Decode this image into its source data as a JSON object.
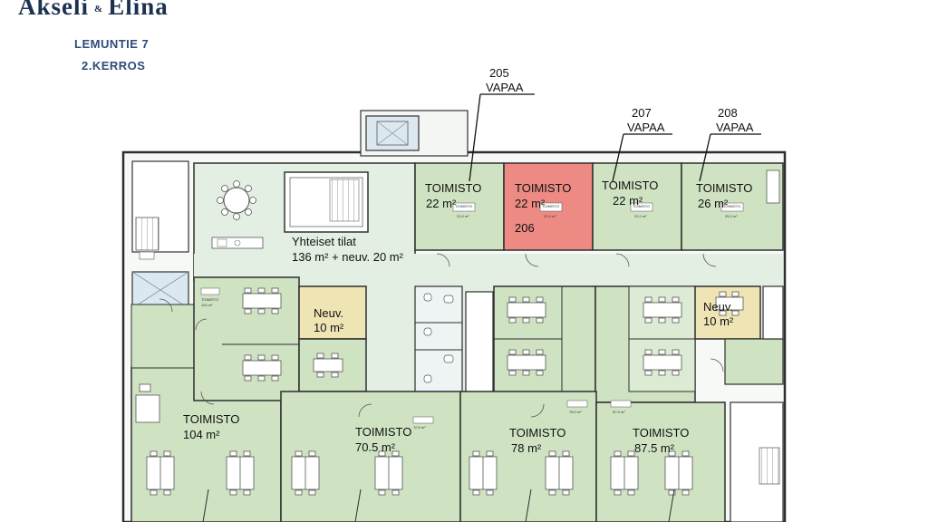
{
  "header": {
    "brand_first": "Akseli",
    "brand_amp": "&",
    "brand_second": "Elina",
    "address": "LEMUNTIE 7",
    "floor": "2.KERROS"
  },
  "colors": {
    "office_green": "#cfe3c2",
    "office_light": "#dcebd3",
    "common_area": "#e3efe2",
    "reserved_red": "#ec8a83",
    "meeting_yellow": "#eee4b4",
    "wall": "#2e2e2e",
    "brand": "#1c3050"
  },
  "callouts": {
    "c205_num": "205",
    "c205_status": "VAPAA",
    "c207_num": "207",
    "c207_status": "VAPAA",
    "c208_num": "208",
    "c208_status": "VAPAA"
  },
  "rooms": {
    "r205_name": "TOIMISTO",
    "r205_area": "22 m²",
    "r206_name": "TOIMISTO",
    "r206_area": "22 m²",
    "r206_num": "206",
    "r207_name": "TOIMISTO",
    "r207_area": "22 m²",
    "r208_name": "TOIMISTO",
    "r208_area": "26 m²",
    "common_name": "Yhteiset tilat",
    "common_area": "136 m² + neuv. 20 m²",
    "meet_left_name": "Neuv.",
    "meet_left_area": "10 m²",
    "meet_right_name": "Neuv.",
    "meet_right_area": "10 m²",
    "o104_name": "TOIMISTO",
    "o104_area": "104 m²",
    "o705_name": "TOIMISTO",
    "o705_area": "70.5 m²",
    "o78_name": "TOIMISTO",
    "o78_area": "78 m²",
    "o875_name": "TOIMISTO",
    "o875_area": "87.5 m²"
  },
  "tags": {
    "t205_label": "TOIMISTO",
    "t205_area": "22.0 m²",
    "t206_label": "TOIMISTO",
    "t206_area": "22.0 m²",
    "t207_label": "TOIMISTO",
    "t207_area": "22.0 m²",
    "t208_label": "TOIMISTO",
    "t208_area": "25.0 m²",
    "t104_label": "TOIMISTO",
    "t104_area": "104 m²",
    "t705_area": "70.5 m²",
    "t78_area": "78.0 m²",
    "t875_area": "87.5 m²"
  }
}
